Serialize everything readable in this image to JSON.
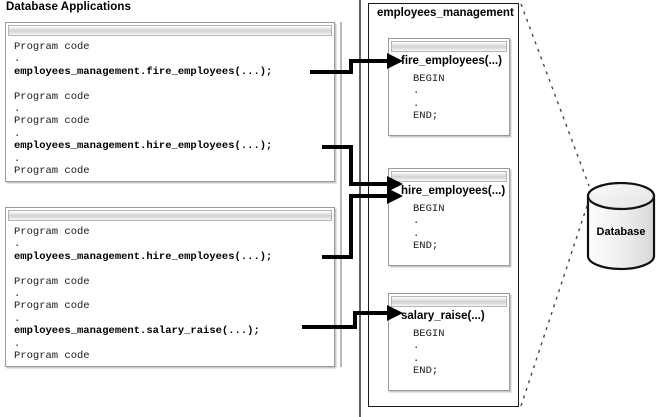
{
  "diagram": {
    "type": "package-call-diagram",
    "left_section_title": "Database Applications",
    "package_title": "employees_management",
    "database_label": "Database",
    "applications": [
      {
        "name": "application-1",
        "lines": [
          "Program code",
          ".",
          "employees_management.fire_employees(...);",
          "",
          "Program code",
          ".",
          "Program code",
          ".",
          "employees_management.hire_employees(...);",
          ".",
          "Program code"
        ],
        "calls": [
          "employees_management.fire_employees(...);",
          "employees_management.hire_employees(...);"
        ]
      },
      {
        "name": "application-2",
        "lines": [
          "Program code",
          ".",
          "employees_management.hire_employees(...);",
          "",
          "Program code",
          ".",
          "Program code",
          ".",
          "employees_management.salary_raise(...);",
          ".",
          "Program code"
        ],
        "calls": [
          "employees_management.hire_employees(...);",
          "employees_management.salary_raise(...);"
        ]
      }
    ],
    "procedures": [
      {
        "name": "fire_employees(...)",
        "body": [
          "BEGIN",
          ".",
          ".",
          "END;"
        ]
      },
      {
        "name": "hire_employees(...)",
        "body": [
          "BEGIN",
          ".",
          ".",
          "END;"
        ]
      },
      {
        "name": "salary_raise(...)",
        "body": [
          "BEGIN",
          ".",
          ".",
          "END;"
        ]
      }
    ],
    "connections": [
      {
        "from": "application-1",
        "call": "fire_employees",
        "to": "fire_employees(...)"
      },
      {
        "from": "application-1",
        "call": "hire_employees",
        "to": "hire_employees(...)"
      },
      {
        "from": "application-2",
        "call": "hire_employees",
        "to": "hire_employees(...)"
      },
      {
        "from": "application-2",
        "call": "salary_raise",
        "to": "salary_raise(...)"
      }
    ],
    "colors": {
      "arrow": "#000000",
      "window_border": "#9a9a9a",
      "window_shadow": "#c9c9c9",
      "package_border": "#1a1a1a",
      "database_fill": "#eeeeee",
      "dashed_line": "#555555",
      "background": "#ffffff"
    }
  }
}
